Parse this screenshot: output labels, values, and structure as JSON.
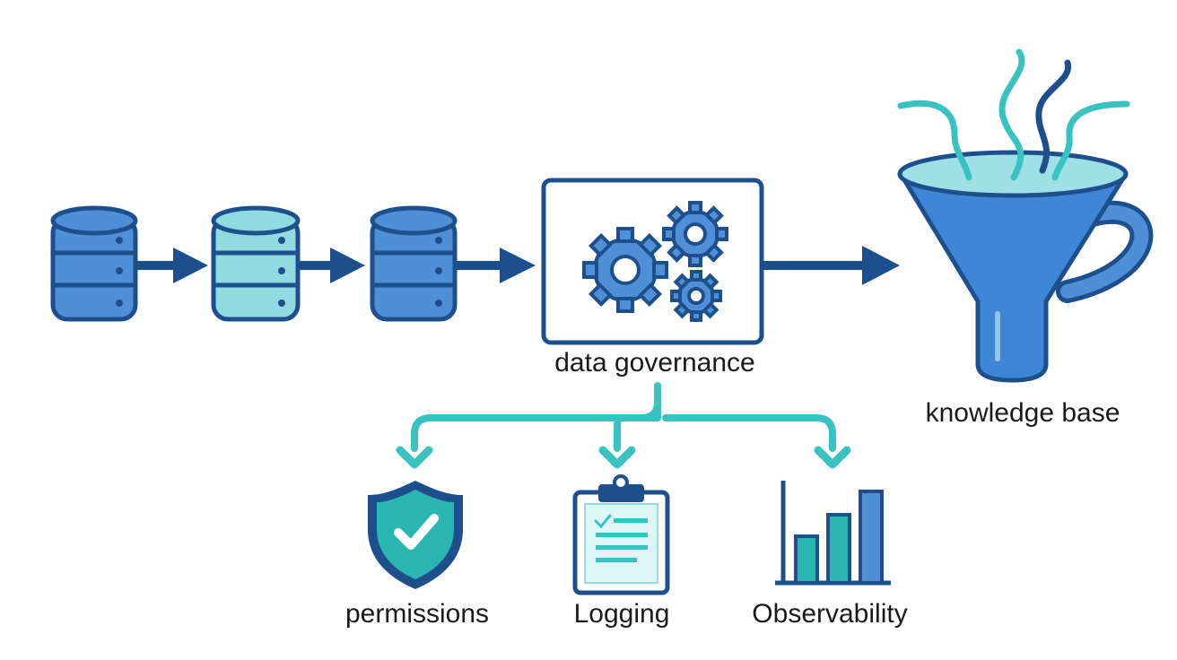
{
  "labels": {
    "governance": "data governance",
    "knowledge_base": "knowledge base",
    "permissions": "permissions",
    "logging": "Logging",
    "observability": "Observability"
  },
  "colors": {
    "navy": "#1d4f8c",
    "blue_fill": "#4f8fd6",
    "light_fill": "#8fdbe0",
    "teal": "#39c2c0",
    "funnel_fill": "#3f86d6",
    "funnel_top": "#9fe0e6"
  },
  "icons": [
    "database-icon",
    "gears-icon",
    "funnel-icon",
    "shield-check-icon",
    "clipboard-icon",
    "bar-chart-icon"
  ]
}
